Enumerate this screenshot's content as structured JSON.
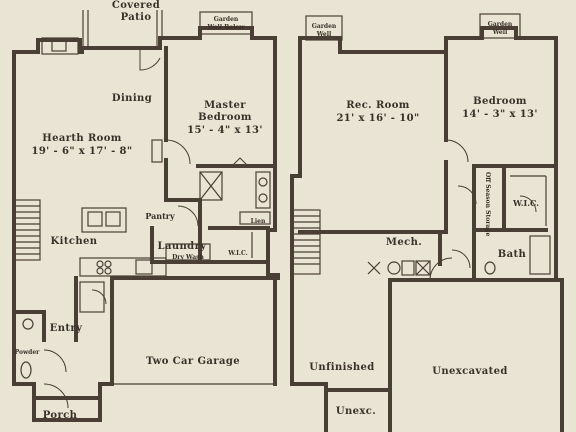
{
  "floor1": {
    "covered_patio": [
      "Covered",
      "Patio"
    ],
    "garden_well_below": [
      "Garden",
      "Well Below"
    ],
    "dining": "Dining",
    "hearth_room": [
      "Hearth Room",
      "19' - 6\" x 17' - 8\""
    ],
    "master_bedroom": [
      "Master",
      "Bedroom",
      "15' - 4\" x 13'"
    ],
    "kitchen": "Kitchen",
    "pantry": "Pantry",
    "laundry": "Laundry",
    "dry_wash": "Dry Wash",
    "wic": "W.I.C.",
    "lien": "Lien",
    "entry": "Entry",
    "powder": "Powder",
    "porch": "Porch",
    "garage": "Two Car Garage"
  },
  "floor2": {
    "garden_well_left": [
      "Garden",
      "Well"
    ],
    "garden_well_right": [
      "Garden",
      "Well"
    ],
    "rec_room": [
      "Rec. Room",
      "21' x 16' - 10\""
    ],
    "bedroom": [
      "Bedroom",
      "14' - 3\" x 13'"
    ],
    "storage": "Off Season Storage",
    "wic": "W.I.C.",
    "mech": "Mech.",
    "bath": "Bath",
    "unfinished": "Unfinished",
    "unexcavated": "Unexcavated",
    "unexc": "Unexc."
  }
}
